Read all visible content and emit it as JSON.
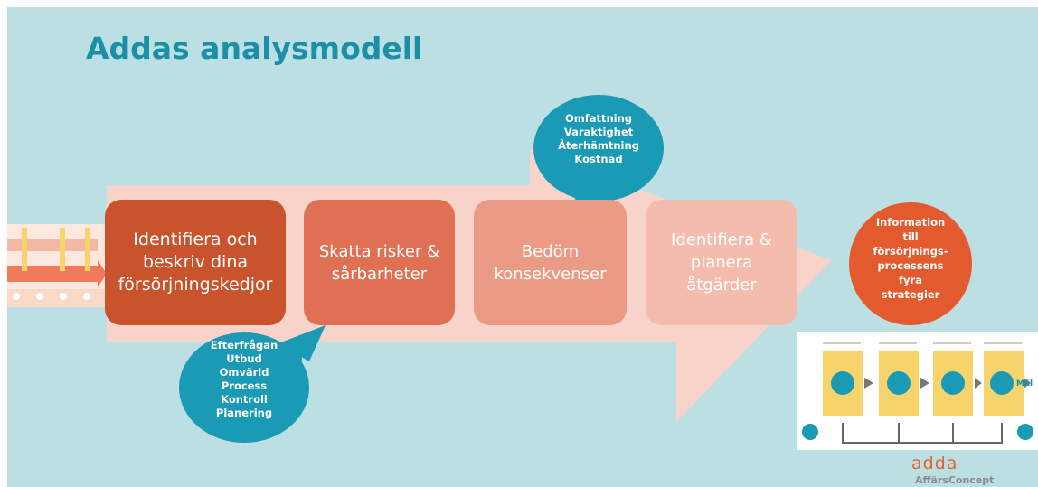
{
  "title": "Addas analysmodell",
  "steps": [
    {
      "label": "Identifiera och\nbeskriv dina\nförsörjningskedjor"
    },
    {
      "label": "Skatta risker &\nsårbarheter"
    },
    {
      "label": "Bedöm\nkonsekvenser"
    },
    {
      "label": "Identifiera &\nplanera\nåtgärder"
    }
  ],
  "bubble_top": "Omfattning\nVaraktighet\nÅterhämtning\nKostnad",
  "bubble_bottom": "Efterfrågan\nUtbud\nOmvärld\nProcess\nKontroll\nPlanering",
  "result_circle": "Information\ntill\nförsörjnings-\nprocessens\nfyra\nstrategier",
  "thumbnail_right_goal": "Mål",
  "logo": "adda",
  "logo_sub": "AffärsConcept",
  "colors": {
    "background": "#bcdfe4",
    "title": "#1b8fa6",
    "arrow": "#f7d3ca",
    "bubble": "#1b9ab5",
    "circle": "#e35a2f"
  }
}
